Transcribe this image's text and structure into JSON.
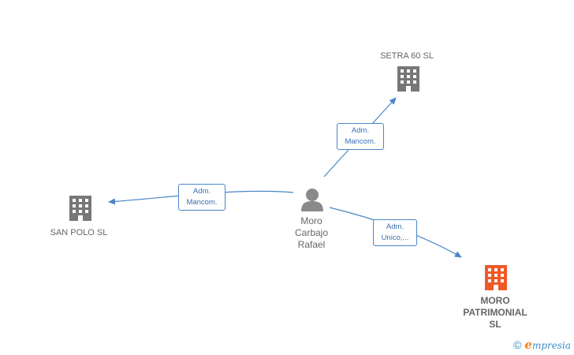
{
  "nodes": {
    "setra": {
      "label": "SETRA 60  SL"
    },
    "san_polo": {
      "label": "SAN POLO SL"
    },
    "person": {
      "label": "Moro\nCarbajo\nRafael"
    },
    "moro_patrimonial": {
      "label": "MORO\nPATRIMONIAL\nSL"
    }
  },
  "edges": {
    "to_setra": {
      "line1": "Adm.",
      "line2": "Mancom."
    },
    "to_san_polo": {
      "line1": "Adm.",
      "line2": "Mancom."
    },
    "to_moro": {
      "line1": "Adm.",
      "line2": "Unico,..."
    }
  },
  "footer": {
    "copyright": "©",
    "brand_initial": "e",
    "brand_rest": "mpresia"
  },
  "colors": {
    "building_gray": "#777777",
    "building_highlight": "#f05a28",
    "person_gray": "#8a8a8a",
    "edge_blue": "#4a86c8"
  }
}
